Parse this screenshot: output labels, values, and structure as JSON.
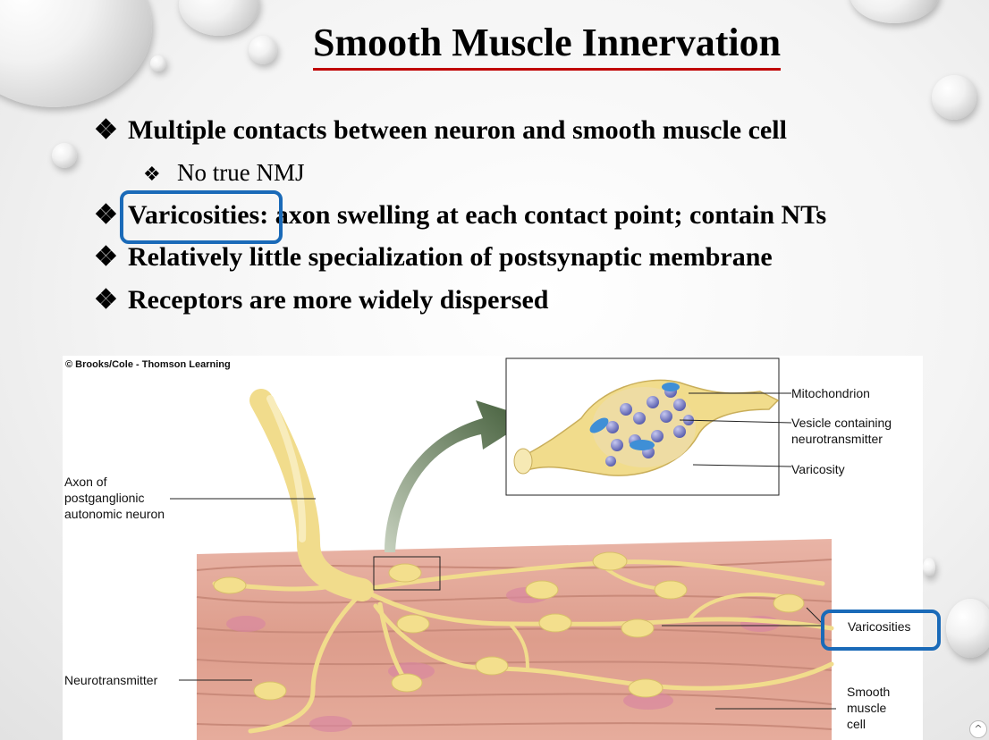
{
  "slide": {
    "title": "Smooth Muscle Innervation",
    "bullet_glyph": "❖",
    "bullets": [
      {
        "text": "Multiple contacts between neuron and smooth muscle cell"
      },
      {
        "text": "No true NMJ"
      },
      {
        "highlight": "Varicosities",
        "text": ": axon swelling at each contact point; contain NTs"
      },
      {
        "text": "Relatively little specialization of postsynaptic membrane"
      },
      {
        "text": "Receptors are more widely dispersed"
      }
    ]
  },
  "figure": {
    "copyright": "© Brooks/Cole - Thomson Learning",
    "labels": {
      "axon": "Axon of postganglionic autonomic neuron",
      "mitochondrion": "Mitochondrion",
      "vesicle": "Vesicle containing neurotransmitter",
      "varicosity": "Varicosity",
      "varicosities": "Varicosities",
      "neurotransmitter": "Neurotransmitter",
      "smooth_muscle": "Smooth muscle cell"
    }
  },
  "colors": {
    "highlight_box": "#1a6ab8",
    "title_underline": "#c00000",
    "nerve": "#f1dc8c",
    "muscle": "#e3a897",
    "vesicle": "#7a7fc4",
    "mitochondrion": "#3f8fd6"
  }
}
